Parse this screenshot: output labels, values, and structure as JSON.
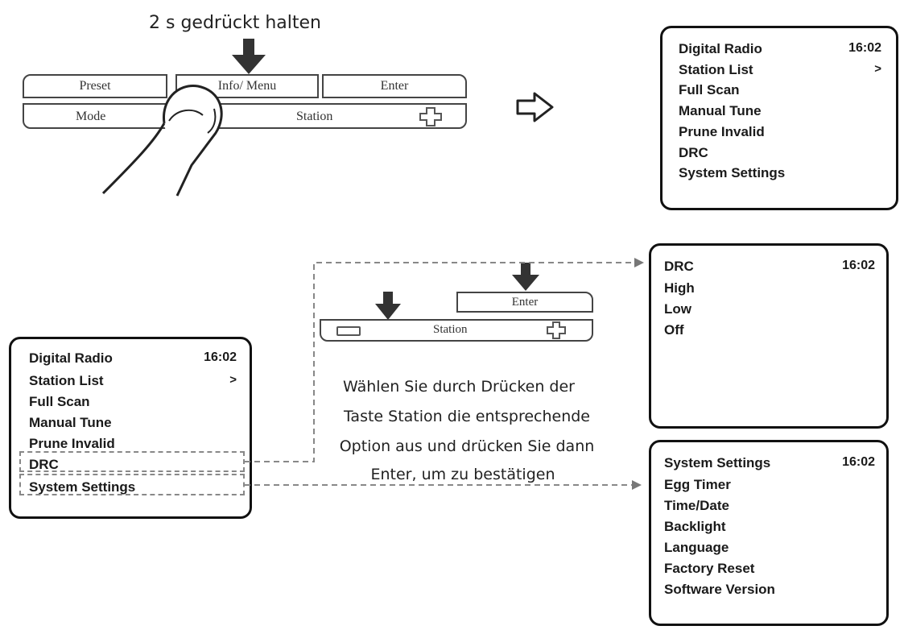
{
  "top_caption": "2 s gedrückt halten",
  "panel_top": {
    "preset": "Preset",
    "info_menu": "Info/ Menu",
    "enter": "Enter",
    "mode": "Mode",
    "station": "Station"
  },
  "screen_main": {
    "title": "Digital Radio",
    "time": "16:02",
    "chevron": ">",
    "items": [
      "Station List",
      "Full Scan",
      "Manual Tune",
      "Prune Invalid",
      "DRC",
      "System Settings"
    ]
  },
  "screen_left": {
    "title": "Digital Radio",
    "time": "16:02",
    "chevron": ">",
    "items": [
      "Station List",
      "Full Scan",
      "Manual Tune",
      "Prune Invalid",
      "DRC",
      "System Settings"
    ]
  },
  "screen_drc": {
    "title": "DRC",
    "time": "16:02",
    "items": [
      "High",
      "Low",
      "Off"
    ]
  },
  "screen_system": {
    "title": "System Settings",
    "time": "16:02",
    "items": [
      "Egg Timer",
      "Time/Date",
      "Backlight",
      "Language",
      "Factory Reset",
      "Software Version"
    ]
  },
  "panel_mid": {
    "enter": "Enter",
    "station": "Station"
  },
  "instruction_lines": [
    "Wählen Sie durch Drücken der",
    "Taste Station die entsprechende",
    "Option aus und drücken Sie dann",
    "Enter, um zu bestätigen"
  ],
  "colors": {
    "line": "#111111",
    "dash": "#888888",
    "button_border": "#444444"
  }
}
